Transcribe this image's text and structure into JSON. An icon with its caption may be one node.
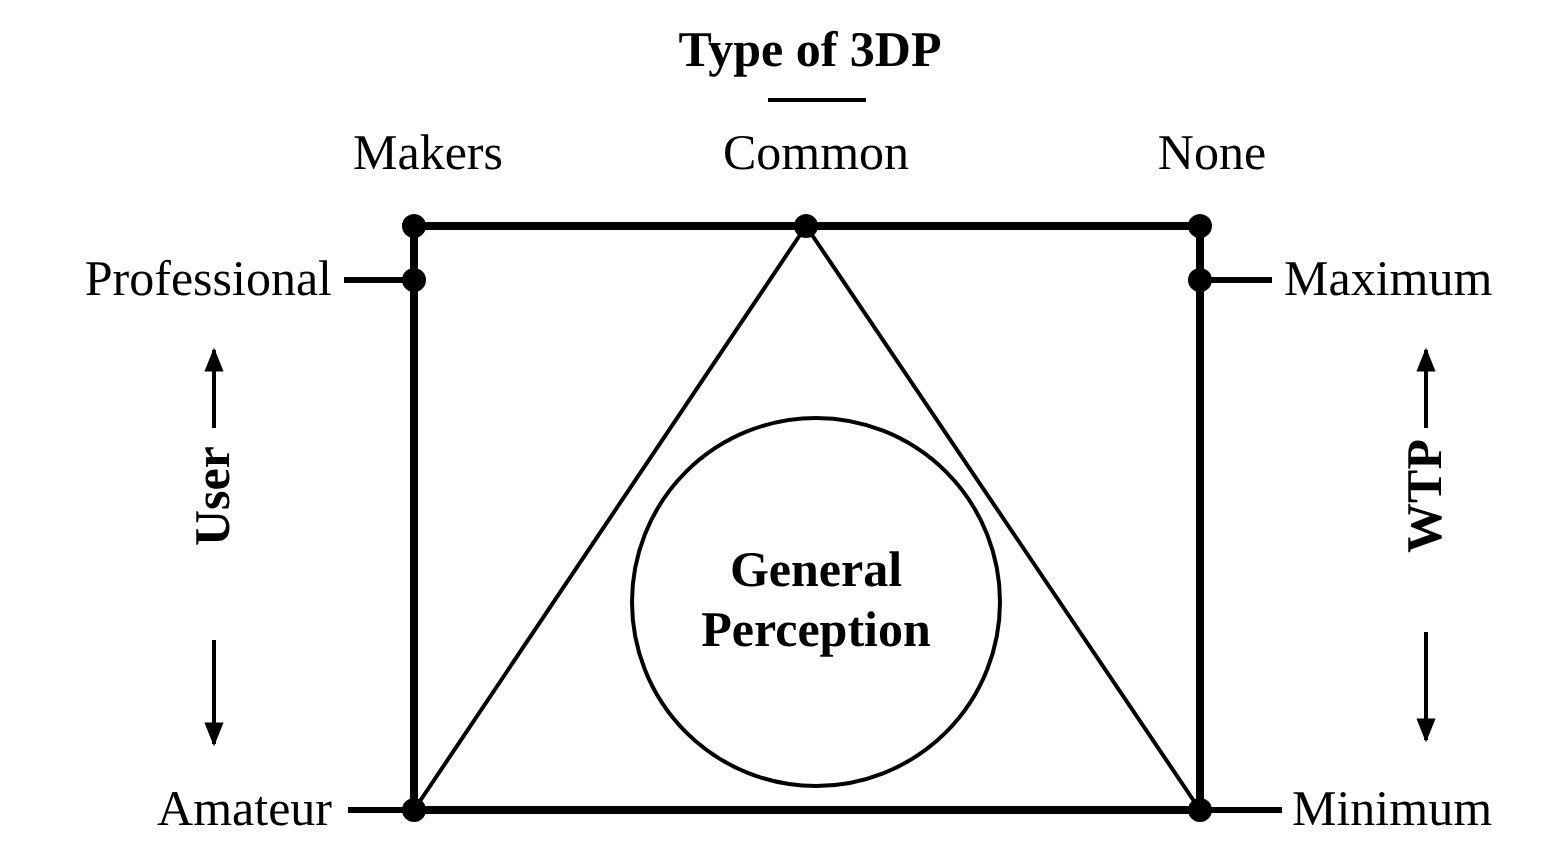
{
  "diagram": {
    "title": "Type of 3DP",
    "nodes": [
      {
        "text": [
          "General Perception"
        ]
      }
    ],
    "labels": [
      "Makers",
      "Common",
      "None",
      "Professional",
      "Maximum",
      "User",
      "WTP",
      "Amateur",
      "Minimum"
    ]
  }
}
